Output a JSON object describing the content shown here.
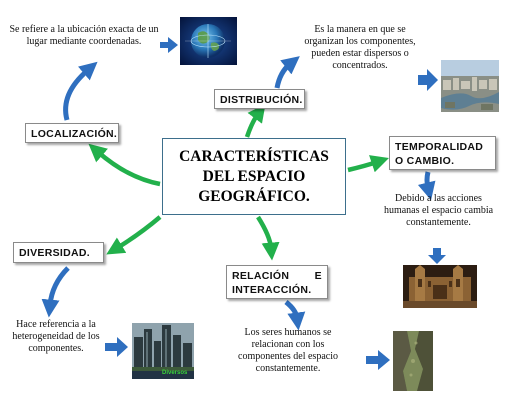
{
  "central": {
    "title": "CARACTERÍSTICAS DEL ESPACIO GEOGRÁFICO."
  },
  "nodes": {
    "localizacion": {
      "label": "LOCALIZACIÓN.",
      "description": "Se refiere a la ubicación exacta de un lugar mediante coordenadas.",
      "image": "globe-with-coordinates"
    },
    "distribucion": {
      "label": "DISTRIBUCIÓN.",
      "description": "Es la manera en que se organizan los componentes, pueden estar dispersos o concentrados.",
      "image": "city-skyline-aerial"
    },
    "temporalidad": {
      "label": "TEMPORALIDAD O CAMBIO.",
      "description": "Debido a las acciones humanas el espacio cambia constantemente.",
      "image": "cathedral-old-photo"
    },
    "diversidad": {
      "label": "DIVERSIDAD.",
      "description": "Hace referencia a la heterogeneidad de los componentes.",
      "image": "skyscrapers-city",
      "image_caption": "Diversos"
    },
    "relacion": {
      "label": "RELACIÓN E INTERACCIÓN.",
      "description": "Los seres humanos se relacionan con los componentes del espacio constantemente.",
      "image": "canyon-rocks"
    }
  },
  "colors": {
    "green_arrow": "#22b04b",
    "blue_arrow": "#2f6fbf",
    "central_border": "#3d6f8c"
  }
}
